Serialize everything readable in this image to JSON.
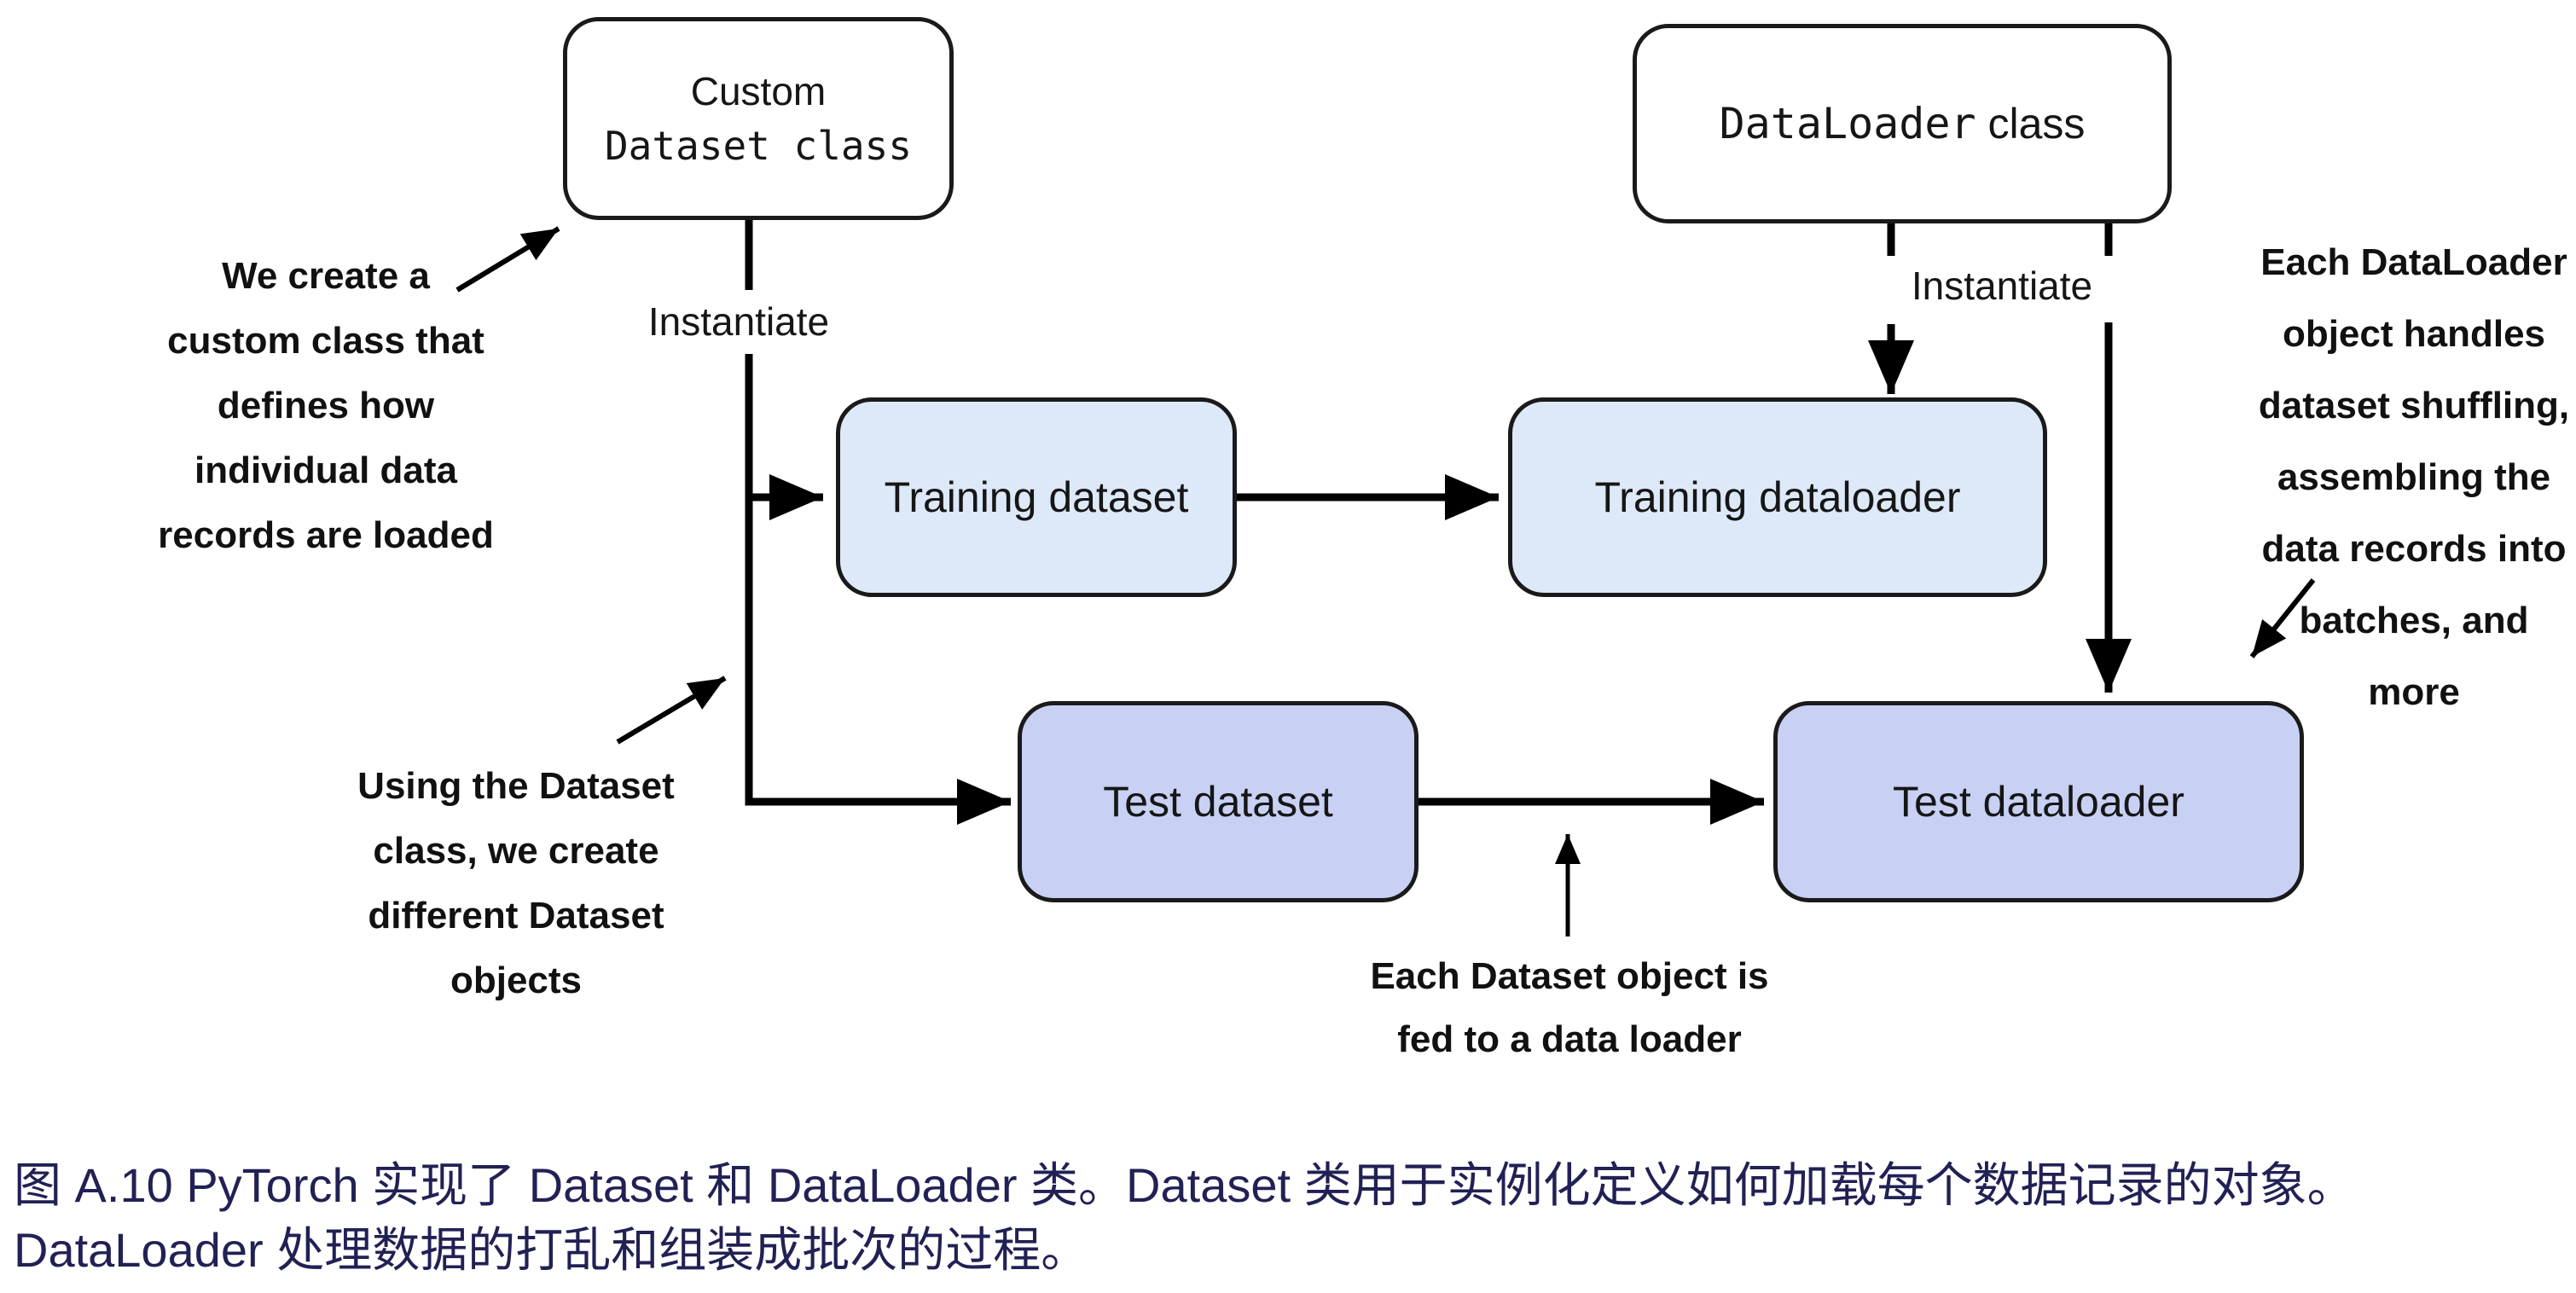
{
  "diagram": {
    "boxes": {
      "custom_dataset": {
        "line1": "Custom",
        "line2": "Dataset class"
      },
      "dataloader": {
        "mono": "DataLoader",
        "sans": " class"
      },
      "training_dataset": "Training dataset",
      "training_dataloader": "Training dataloader",
      "test_dataset": "Test dataset",
      "test_dataloader": "Test dataloader"
    },
    "edge_labels": {
      "instantiate_left": "Instantiate",
      "instantiate_right": "Instantiate"
    },
    "annotations": {
      "create_custom_class": [
        "We create a",
        "custom class that",
        "defines how",
        "individual data",
        "records are loaded"
      ],
      "using_dataset_class": [
        "Using the Dataset",
        "class, we create",
        "different Dataset",
        "objects"
      ],
      "fed_to_dataloader": [
        "Each Dataset object is",
        "fed to a data loader"
      ],
      "dataloader_handles": [
        "Each DataLoader",
        "object handles",
        "dataset shuffling,",
        "assembling the",
        "data records into",
        "batches, and more"
      ]
    },
    "colors": {
      "training_box_bg": "#dde9f8",
      "test_box_bg": "#c8d0f4",
      "box_border": "#1a1a1a",
      "connector": "#000000",
      "annotation_text": "#111111",
      "caption_text": "#212155"
    }
  },
  "caption": {
    "lines": [
      "图 A.10 PyTorch 实现了 Dataset 和 DataLoader 类。Dataset 类用于实例化定义如何加载每个数据记录的对象。",
      "DataLoader 处理数据的打乱和组装成批次的过程。"
    ]
  }
}
